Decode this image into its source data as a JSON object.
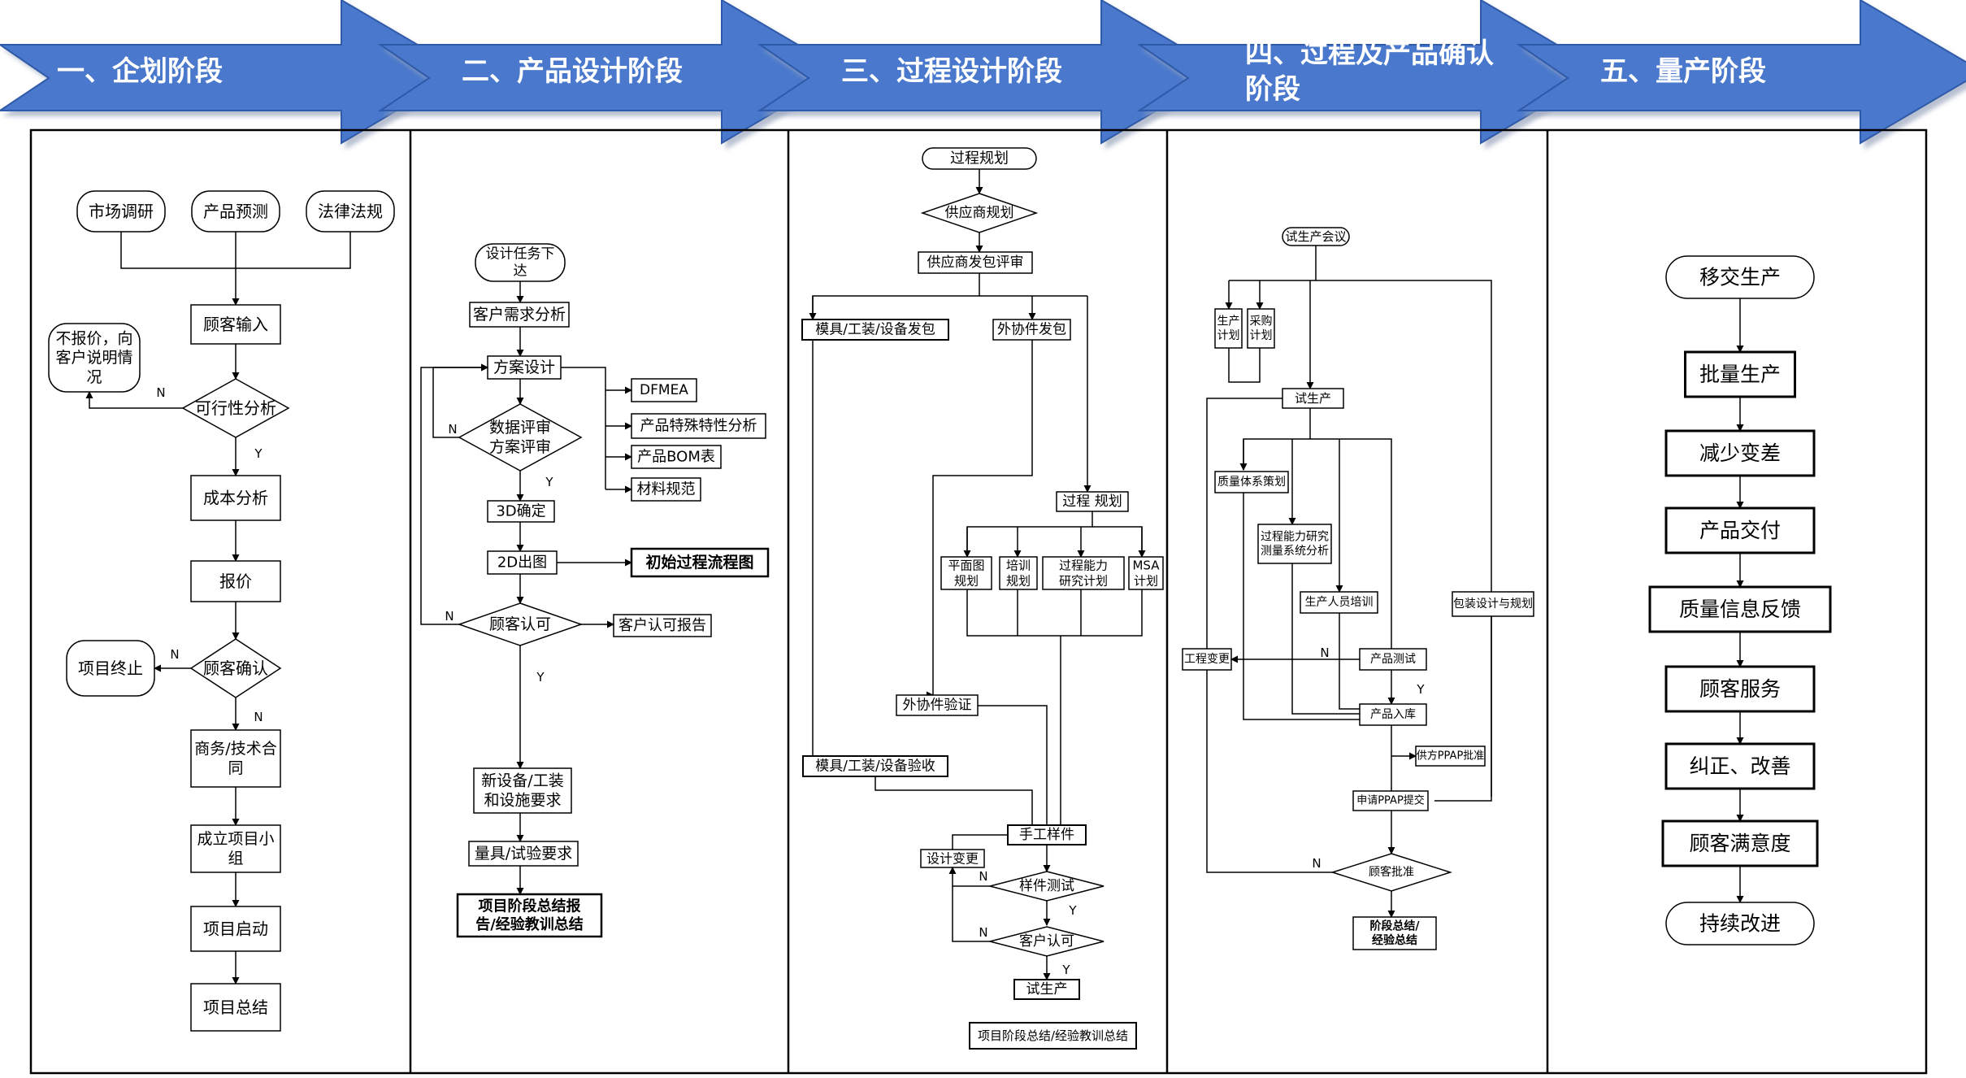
{
  "colors": {
    "chevron": "#4a78cc",
    "chevron_dark": "#2f5aa8",
    "line": "#000000"
  },
  "phases": [
    {
      "label": "一、企划阶段"
    },
    {
      "label": "二、产品设计阶段"
    },
    {
      "label": "三、过程设计阶段"
    },
    {
      "label_line1": "四、过程及产品确认",
      "label_line2": "阶段"
    },
    {
      "label": "五、量产阶段"
    }
  ],
  "col1": {
    "market_research": "市场调研",
    "product_forecast": "产品预测",
    "laws": "法律法规",
    "customer_input": "顾客输入",
    "no_quote": [
      "不报价，向",
      "客户说明情",
      "况"
    ],
    "feasibility": "可行性分析",
    "cost_analysis": "成本分析",
    "quote": "报价",
    "project_stop": "项目终止",
    "customer_confirm": "顾客确认",
    "contract": [
      "商务/技术合",
      "同"
    ],
    "team": [
      "成立项目小",
      "组"
    ],
    "kickoff": "项目启动",
    "summary": "项目总结",
    "label_n": "N",
    "label_y": "Y"
  },
  "col2": {
    "task": [
      "设计任务下",
      "达"
    ],
    "requirement": "客户需求分析",
    "scheme": "方案设计",
    "review": [
      "数据评审",
      "方案评审"
    ],
    "dfmea": "DFMEA",
    "special": "产品特殊特性分析",
    "bom": "产品BOM表",
    "material": "材料规范",
    "d3": "3D确定",
    "d2": "2D出图",
    "initial_flow": "初始过程流程图",
    "approval": "顾客认可",
    "approval_report": "客户认可报告",
    "new_equipment": [
      "新设备/工装",
      "和设施要求"
    ],
    "gauge": "量具/试验要求",
    "stage_summary": [
      "项目阶段总结报",
      "告/经验教训总结"
    ],
    "label_n": "N",
    "label_y": "Y"
  },
  "col3": {
    "process_plan": "过程规划",
    "supplier_plan": "供应商规划",
    "supplier_review": "供应商发包评审",
    "tooling_out": "模具/工装/设备发包",
    "outsource": "外协件发包",
    "process_planning": "过程 规划",
    "layout_plan": [
      "平面图",
      "规划"
    ],
    "training_plan": [
      "培训",
      "规划"
    ],
    "capability_plan": [
      "过程能力",
      "研究计划"
    ],
    "msa_plan": [
      "MSA",
      "计划"
    ],
    "outsource_verify": "外协件验证",
    "tooling_accept": "模具/工装/设备验收",
    "hand_sample": "手工样件",
    "design_change": "设计变更",
    "sample_test": "样件测试",
    "customer_approve": "客户认可",
    "trial": "试生产",
    "stage_summary": "项目阶段总结/经验教训总结",
    "label_n": "N",
    "label_y": "Y"
  },
  "col4": {
    "trial_meeting": "试生产会议",
    "prod_plan": [
      "生产",
      "计划"
    ],
    "purchase_plan": [
      "采购",
      "计划"
    ],
    "trial": "试生产",
    "quality_system": "质量体系策划",
    "capability": [
      "过程能力研究",
      "测量系统分析"
    ],
    "training": "生产人员培训",
    "packaging": "包装设计与规划",
    "eng_change": "工程变更",
    "product_test": "产品测试",
    "storage": "产品入库",
    "supplier_ppap": "供方PPAP批准",
    "ppap_submit": "申请PPAP提交",
    "customer_approve": "顾客批准",
    "stage_summary": [
      "阶段总结/",
      "经验总结"
    ],
    "label_n": "N",
    "label_y": "Y"
  },
  "col5": {
    "steps": [
      "移交生产",
      "批量生产",
      "减少变差",
      "产品交付",
      "质量信息反馈",
      "顾客服务",
      "纠正、改善",
      "顾客满意度",
      "持续改进"
    ]
  }
}
